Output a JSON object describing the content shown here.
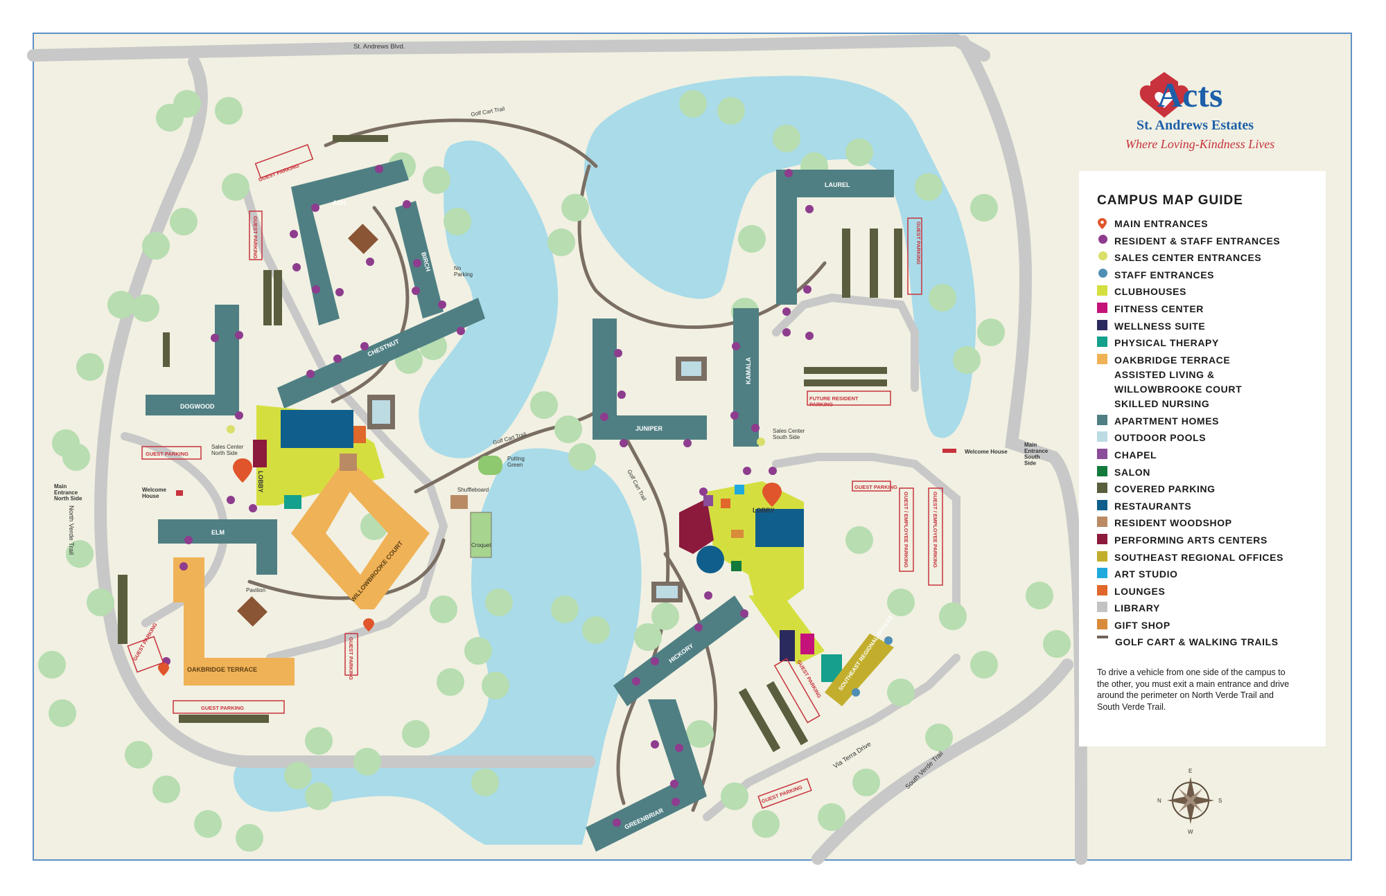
{
  "brand": {
    "name": "Acts",
    "subtitle": "St. Andrews Estates",
    "tagline": "Where Loving-Kindness Lives",
    "color_primary": "#1d5fa8",
    "color_accent": "#c8323c"
  },
  "guide": {
    "title": "CAMPUS MAP GUIDE",
    "items": [
      {
        "label": "MAIN ENTRANCES",
        "color": "#e0552b",
        "shape": "pin-icon"
      },
      {
        "label": "RESIDENT & STAFF ENTRANCES",
        "color": "#8e3c8e",
        "shape": "dot"
      },
      {
        "label": "SALES CENTER ENTRANCES",
        "color": "#d9df6a",
        "shape": "dot"
      },
      {
        "label": "STAFF ENTRANCES",
        "color": "#4f8fb5",
        "shape": "dot"
      },
      {
        "label": "CLUBHOUSES",
        "color": "#d4df3f",
        "shape": "square"
      },
      {
        "label": "FITNESS CENTER",
        "color": "#c4127a",
        "shape": "square"
      },
      {
        "label": "WELLNESS SUITE",
        "color": "#2b2a5e",
        "shape": "square"
      },
      {
        "label": "PHYSICAL THERAPY",
        "color": "#14a08c",
        "shape": "square"
      },
      {
        "label": "OAKBRIDGE TERRACE\nASSISTED LIVING &\nWILLOWBROOKE COURT\nSKILLED NURSING",
        "color": "#f0b256",
        "shape": "square"
      },
      {
        "label": "APARTMENT HOMES",
        "color": "#4f7f83",
        "shape": "square"
      },
      {
        "label": "OUTDOOR POOLS",
        "color": "#bcdbe3",
        "shape": "square"
      },
      {
        "label": "CHAPEL",
        "color": "#8b4c9a",
        "shape": "square"
      },
      {
        "label": "SALON",
        "color": "#137a3c",
        "shape": "square"
      },
      {
        "label": "COVERED PARKING",
        "color": "#5b5e3e",
        "shape": "square"
      },
      {
        "label": "RESTAURANTS",
        "color": "#0f5e8c",
        "shape": "square"
      },
      {
        "label": "RESIDENT WOODSHOP",
        "color": "#b98a64",
        "shape": "square"
      },
      {
        "label": "PERFORMING ARTS CENTERS",
        "color": "#8b1a3c",
        "shape": "square"
      },
      {
        "label": "SOUTHEAST REGIONAL OFFICES",
        "color": "#c2ae2c",
        "shape": "square"
      },
      {
        "label": "ART STUDIO",
        "color": "#1fa9dd",
        "shape": "square"
      },
      {
        "label": "LOUNGES",
        "color": "#e0682b",
        "shape": "square"
      },
      {
        "label": "LIBRARY",
        "color": "#c3c3c3",
        "shape": "square"
      },
      {
        "label": "GIFT SHOP",
        "color": "#d88b3a",
        "shape": "square"
      },
      {
        "label": "GOLF CART & WALKING TRAILS",
        "color": "#6f6259",
        "shape": "line"
      }
    ],
    "note": "To drive a vehicle from one side of the campus to the other, you must exit a main entrance and drive around the perimeter on North Verde Trail and South Verde Trail."
  },
  "roads": {
    "north": "St. Andrews Blvd.",
    "west": "North Verde Trail",
    "southeast": "South Verde Trail",
    "inner": "Via Terra Drive",
    "trail1": "Golf Cart Trail",
    "trail2": "Golf Cart Trail",
    "trail3": "Golf Cart Trail"
  },
  "buildings": {
    "ash": "ASH",
    "birch": "BIRCH",
    "chestnut": "CHESTNUT",
    "dogwood": "DOGWOOD",
    "elm": "ELM",
    "oakbridge": "OAKBRIDGE TERRACE",
    "willowbrooke": "WILLOWBROOKE COURT",
    "laurel": "LAUREL",
    "juniper": "JUNIPER",
    "kamala": "KAMALA",
    "hickory": "HICKORY",
    "greenbriar": "GREENBRIAR",
    "southeast": "SOUTHEAST REGIONAL OFFICES",
    "lobby_west": "LOBBY",
    "lobby_east": "LOBBY"
  },
  "labels": {
    "guest_parking": "GUEST PARKING",
    "guest_parking_split": "GUEST\nPARKING",
    "future_resident": "FUTURE RESIDENT\nPARKING",
    "guest_employee": "GUEST / EMPLOYEE PARKING",
    "no_parking": "No\nParking",
    "sales_north": "Sales Center\nNorth Side",
    "sales_south": "Sales Center\nSouth Side",
    "welcome_west": "Welcome\nHouse",
    "welcome_east": "Welcome House",
    "main_north": "Main\nEntrance\nNorth Side",
    "main_south": "Main\nEntrance\nSouth\nSide",
    "putting": "Putting\nGreen",
    "shuffleboard": "Shuffleboard",
    "croquet": "Croquet",
    "pavilion": "Pavilion"
  },
  "compass": {
    "n": "N",
    "e": "E",
    "s": "S",
    "w": "W"
  },
  "colors": {
    "ground": "#f1f0e2",
    "road": "#c8c8c8",
    "trail": "#7a6e63",
    "water": "#a9dbe9",
    "tree": "#b7ddb0",
    "apartment": "#4f7f83",
    "border": "#5e91c6"
  }
}
